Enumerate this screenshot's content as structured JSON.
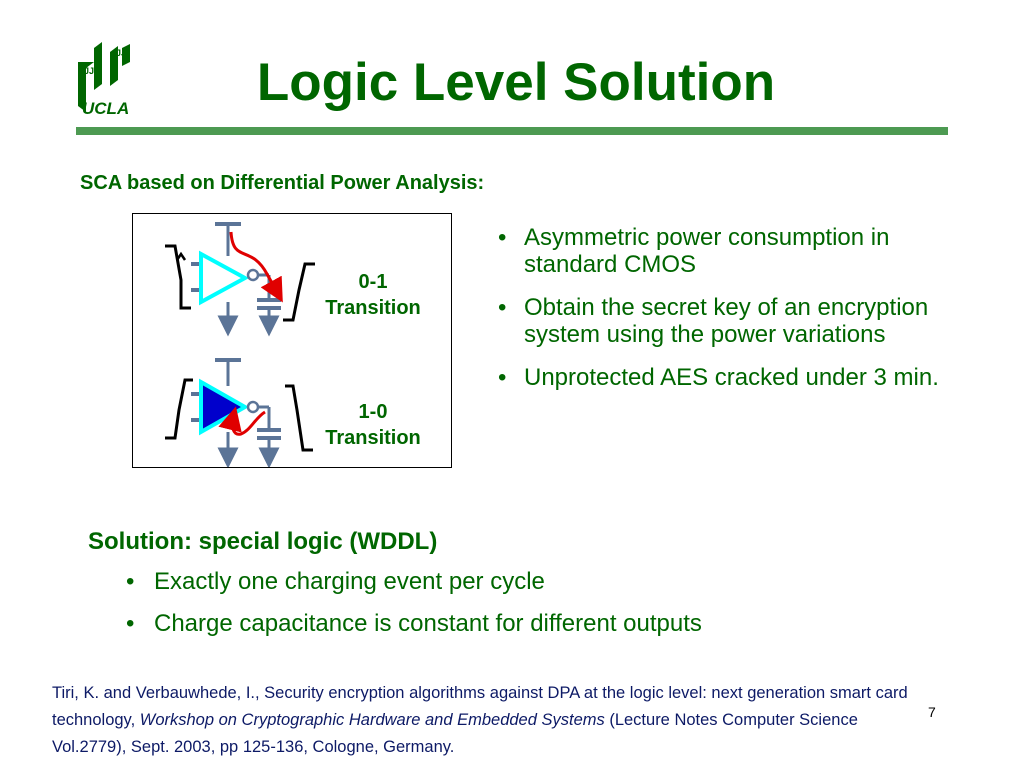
{
  "logo": {
    "text": "UCLA",
    "color": "#006600"
  },
  "title": "Logic Level Solution",
  "subtitle": "SCA based on Differential Power Analysis:",
  "diagram": {
    "top_label": {
      "line1": "0-1",
      "line2": "Transition"
    },
    "bottom_label": {
      "line1": "1-0",
      "line2": "Transition"
    },
    "colors": {
      "wire": "#5b7497",
      "buffer_outline": "#00ffff",
      "buffer_fill_active": "#0000cc",
      "current_arrow": "#e00000"
    }
  },
  "bullets_right": [
    "Asymmetric power consumption in standard CMOS",
    "Obtain the secret key of an encryption system using the power variations",
    "Unprotected AES cracked under 3 min."
  ],
  "solution": {
    "heading": "Solution: special logic (WDDL)",
    "bullets": [
      "Exactly one charging event per cycle",
      "Charge capacitance is constant for different outputs"
    ]
  },
  "bullet_symbol": "•",
  "reference": {
    "part1": "Tiri, K. and Verbauwhede, I., Security encryption algorithms against DPA at the logic level: next generation smart card technology, ",
    "italic": "Workshop on Cryptographic Hardware and Embedded Systems",
    "part2": " (Lecture Notes Computer Science Vol.2779), Sept. 2003, pp 125-136, Cologne, Germany."
  },
  "slide_number": "7",
  "colors": {
    "title_green": "#006600",
    "rule_green": "#4d9a52",
    "reference_blue": "#0d1a66"
  }
}
